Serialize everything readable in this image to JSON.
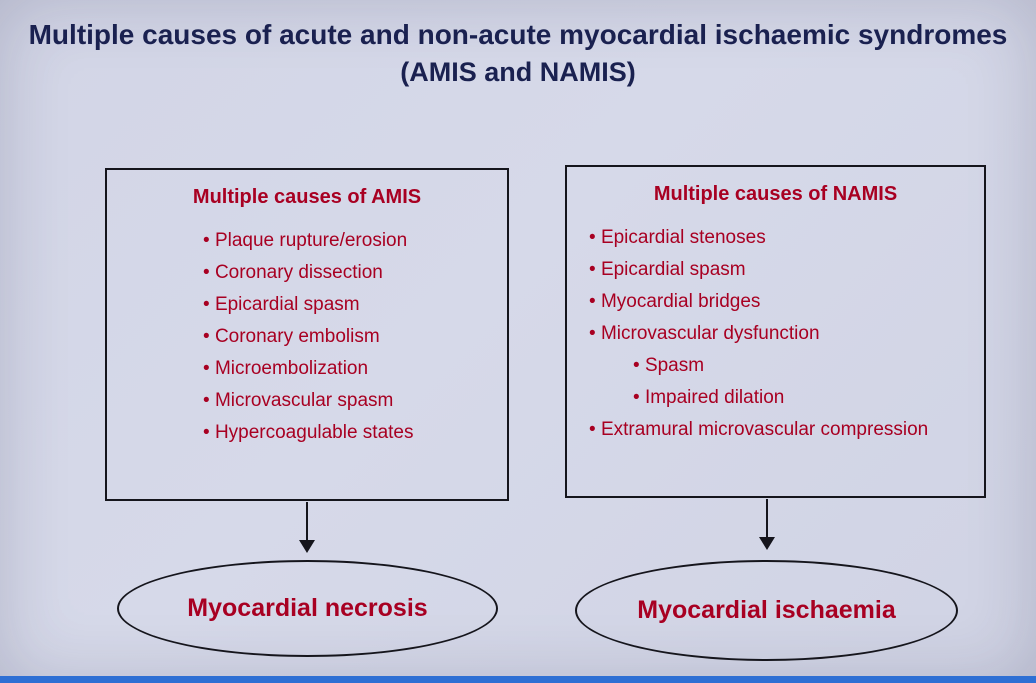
{
  "title": {
    "line1": "Multiple causes of acute and non-acute myocardial ischaemic syndromes",
    "line2": "(AMIS and NAMIS)"
  },
  "left_box": {
    "title": "Multiple causes of AMIS",
    "items": [
      "Plaque rupture/erosion",
      "Coronary dissection",
      "Epicardial spasm",
      "Coronary embolism",
      "Microembolization",
      "Microvascular spasm",
      "Hypercoagulable states"
    ]
  },
  "right_box": {
    "title": "Multiple causes of NAMIS",
    "items": [
      "Epicardial stenoses",
      "Epicardial spasm",
      "Myocardial bridges",
      "Microvascular dysfunction",
      "Spasm",
      "Impaired dilation",
      "Extramural microvascular compression"
    ]
  },
  "results": {
    "left": "Myocardial necrosis",
    "right": "Myocardial ischaemia"
  },
  "colors": {
    "background": "#d2d5e6",
    "title_text": "#1a2150",
    "accent_red": "#a80022",
    "border_black": "#15151c",
    "bottom_bar_blue": "#2e6fd4"
  }
}
